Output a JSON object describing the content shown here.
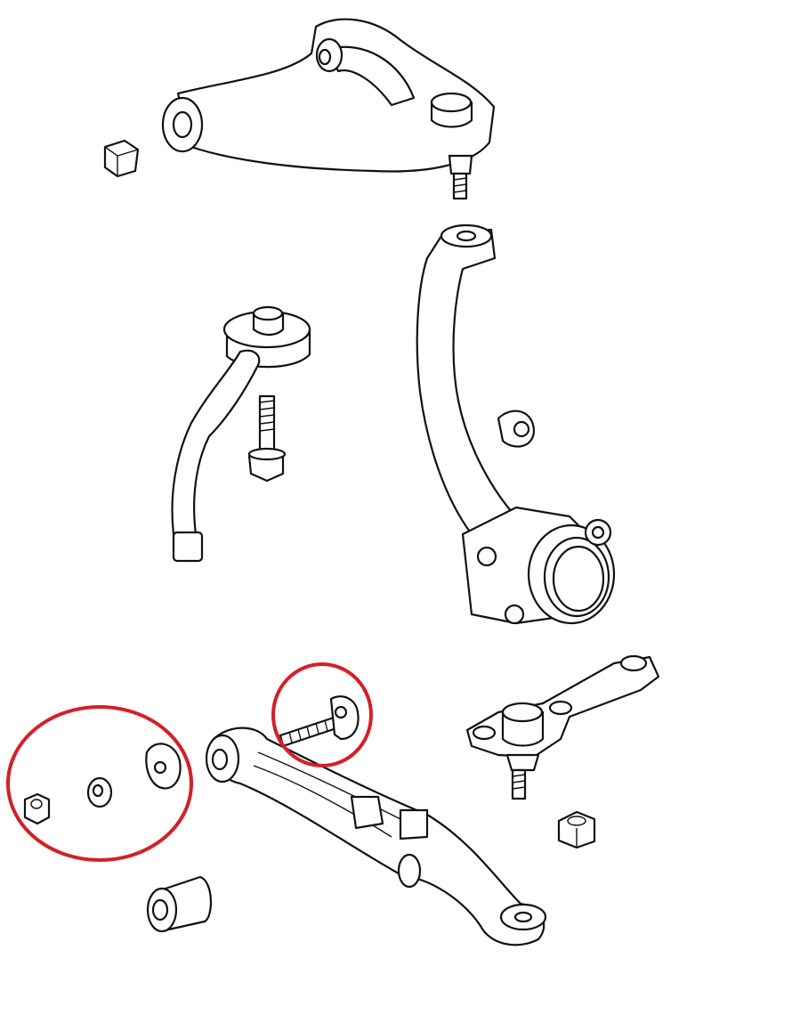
{
  "diagram": {
    "type": "exploded-parts-illustration",
    "parts": [
      "upper-control-arm",
      "bushing-nut",
      "tie-rod-end",
      "bolt",
      "steering-knuckle",
      "lower-control-arm",
      "adjuster-bolt",
      "nut",
      "washer",
      "cam-plate",
      "lower-bushing",
      "lower-ball-joint",
      "ball-joint-nut"
    ],
    "highlight_color": "#d42026",
    "line_color": "#111111",
    "background": "#ffffff"
  }
}
